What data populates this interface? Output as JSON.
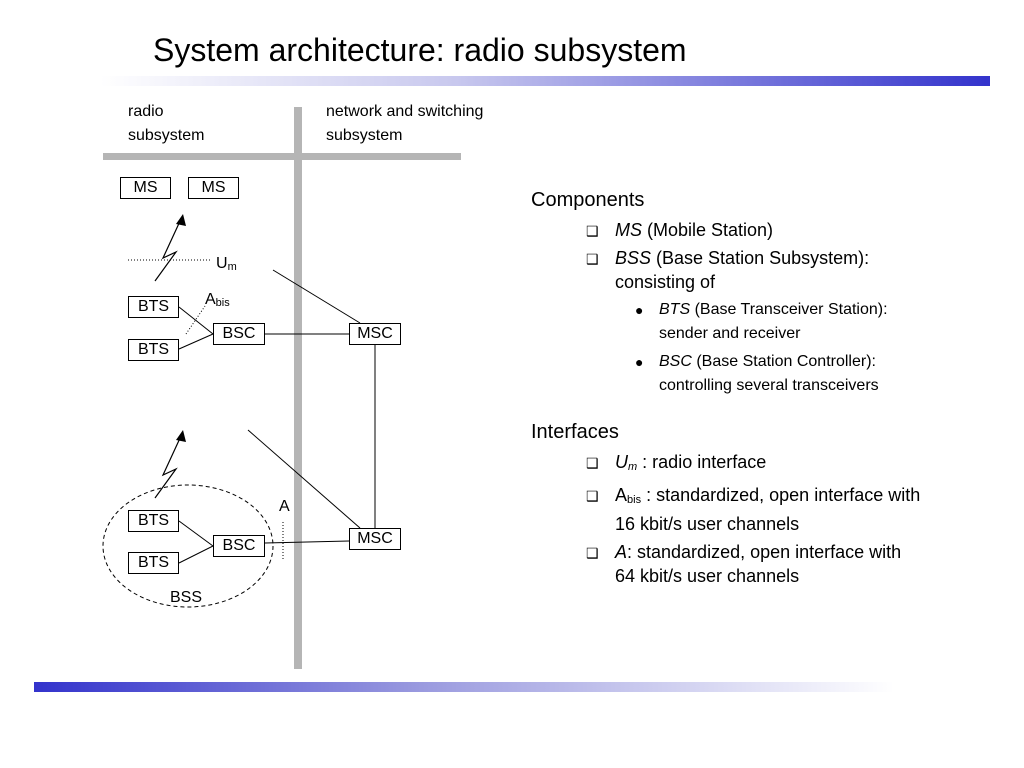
{
  "title": "System architecture: radio subsystem",
  "diagram": {
    "label_radio": [
      "radio",
      "subsystem"
    ],
    "label_network": [
      "network and switching",
      "subsystem"
    ],
    "ms1": "MS",
    "ms2": "MS",
    "um_label": {
      "main": "U",
      "sub": "m"
    },
    "abis_label": {
      "main": "A",
      "sub": "bis"
    },
    "a_label": "A",
    "bts_top_1": "BTS",
    "bts_top_2": "BTS",
    "bsc_top": "BSC",
    "msc_top": "MSC",
    "bts_bottom_1": "BTS",
    "bts_bottom_2": "BTS",
    "bsc_bottom": "BSC",
    "msc_bottom": "MSC",
    "bss_label": "BSS"
  },
  "panel": {
    "components_heading": "Components",
    "components": [
      {
        "term": "MS",
        "desc": " (Mobile Station)"
      },
      {
        "term": "BSS",
        "desc": " (Base Station Subsystem):",
        "desc2": "consisting of"
      }
    ],
    "sub_components": [
      {
        "term": "BTS",
        "desc": " (Base Transceiver Station):",
        "desc2": "sender and receiver"
      },
      {
        "term": "BSC",
        "desc": " (Base Station Controller):",
        "desc2": "controlling several transceivers"
      }
    ],
    "interfaces_heading": "Interfaces",
    "interfaces": [
      {
        "term": "U",
        "sub": "m",
        "desc": " : radio interface"
      },
      {
        "term": "A",
        "sub": "bis",
        "desc": " : standardized, open interface with",
        "desc2": "16 kbit/s user channels"
      },
      {
        "term": "A",
        "desc": ": standardized, open interface with",
        "desc2": "64 kbit/s user channels"
      }
    ],
    "bullet": "❑",
    "dot": "●"
  }
}
